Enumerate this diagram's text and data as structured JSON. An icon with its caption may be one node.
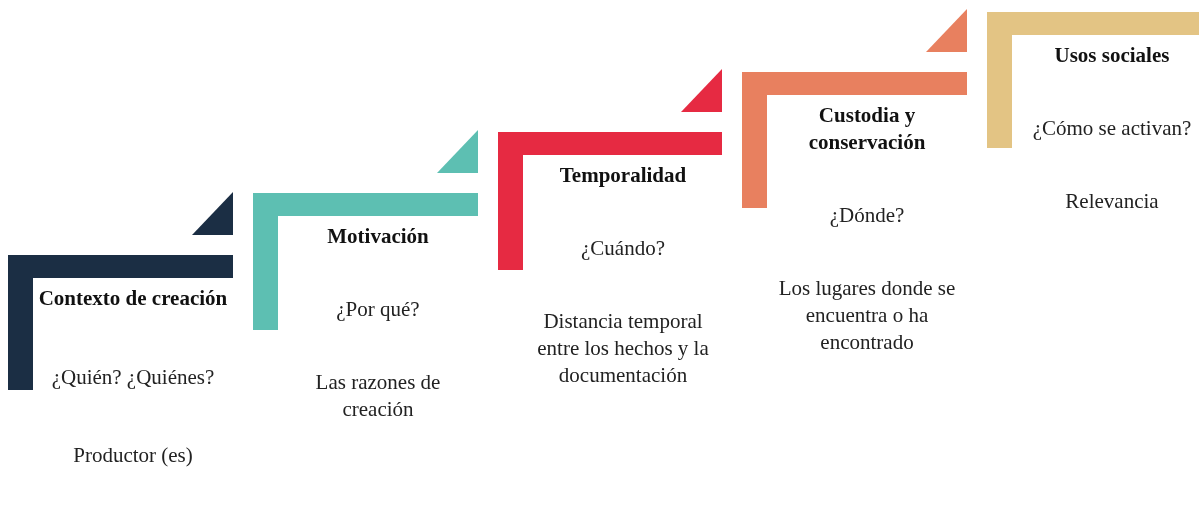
{
  "diagram": {
    "nodes": [
      {
        "text": [
          "Contexto de creación",
          "¿Quién? ¿Quiénes?",
          "Productor (es)"
        ]
      },
      {
        "text": [
          "Motivación",
          "¿Por qué?",
          "Las razones de creación"
        ]
      },
      {
        "text": [
          "Temporalidad",
          "¿Cuándo?",
          "Distancia temporal entre los hechos y la documentación"
        ]
      },
      {
        "text": [
          "Custodia y conservación",
          "¿Dónde?",
          "Los lugares donde se encuentra o ha encontrado"
        ]
      },
      {
        "text": [
          "Usos sociales",
          "¿Cómo se activan?",
          "Relevancia"
        ]
      }
    ]
  }
}
